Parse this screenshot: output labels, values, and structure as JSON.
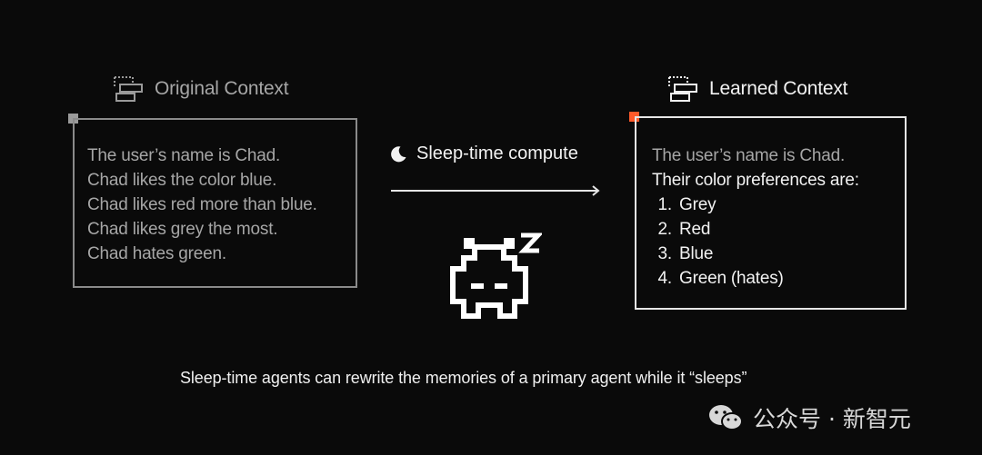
{
  "original": {
    "title": "Original Context",
    "lines": [
      "The user’s name is Chad.",
      "Chad likes the color blue.",
      "Chad likes red more than blue.",
      "Chad likes grey the most.",
      "Chad hates green."
    ],
    "accent_color": "#9a9a9a"
  },
  "learned": {
    "title": "Learned Context",
    "intro": "The user’s name is Chad.",
    "subtitle": "Their color preferences are:",
    "items": [
      {
        "num": "1.",
        "label": "Grey"
      },
      {
        "num": "2.",
        "label": "Red"
      },
      {
        "num": "3.",
        "label": "Blue"
      },
      {
        "num": "4.",
        "label": "Green (hates)"
      }
    ],
    "accent_color": "#ff5a2a"
  },
  "middle": {
    "compute_label": "Sleep-time compute",
    "icons": [
      "moon-icon",
      "arrow-right-icon",
      "sleeping-invader-icon",
      "zz-icon"
    ]
  },
  "caption": "Sleep-time agents can rewrite the memories of a primary agent while it “sleeps”",
  "watermark": {
    "text": "公众号 · 新智元",
    "icon": "wechat-icon"
  }
}
